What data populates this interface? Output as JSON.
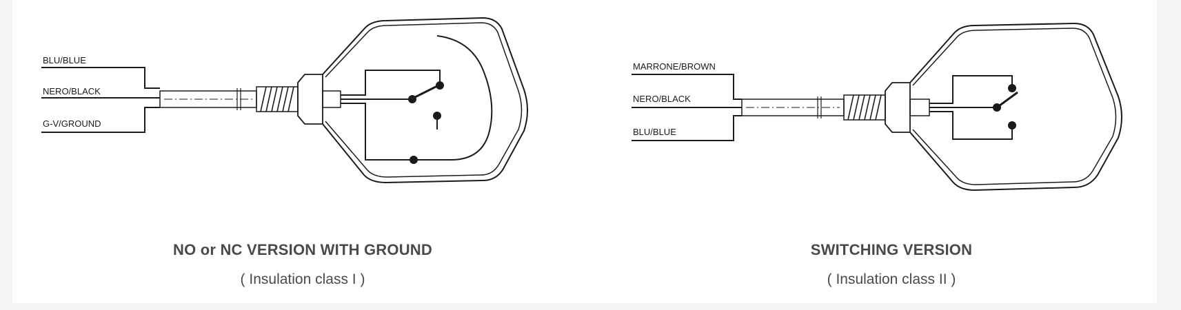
{
  "diagrams": [
    {
      "wire_labels": [
        "BLU/BLUE",
        "NERO/BLACK",
        "G-V/GROUND"
      ],
      "title": "NO or NC VERSION WITH GROUND",
      "subtitle": "( Insulation class I )"
    },
    {
      "wire_labels": [
        "MARRONE/BROWN",
        "NERO/BLACK",
        "BLU/BLUE"
      ],
      "title": "SWITCHING VERSION",
      "subtitle": "( Insulation class II )"
    }
  ],
  "colors": {
    "line": "#1a1a1a",
    "caption": "#4a4a4a",
    "page": "#f4f4f4"
  }
}
